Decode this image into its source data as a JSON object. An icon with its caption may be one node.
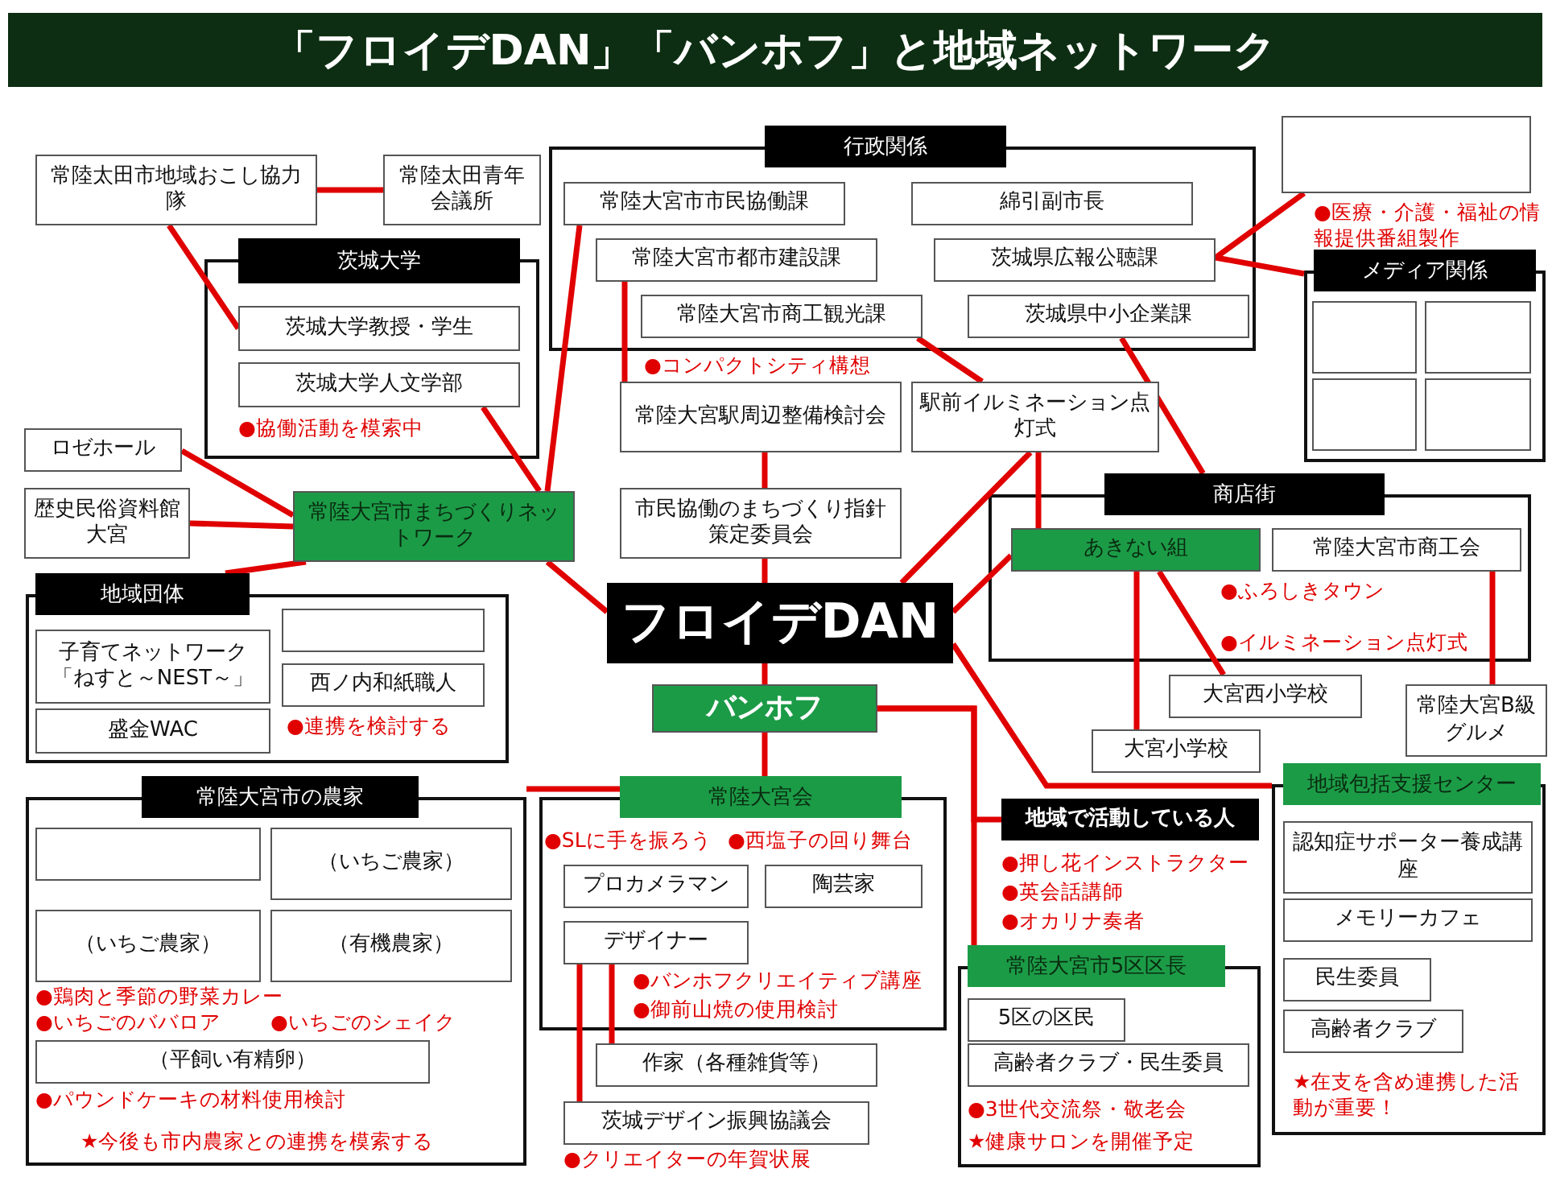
{
  "diagram": {
    "title": "「フロイデDAN」「バンホフ」と地域ネットワーク",
    "nodes": [
      {
        "text": [
          "常陸太田市地域おこし協力隊"
        ]
      },
      {
        "text": [
          "常陸太田青年会議所"
        ]
      },
      {
        "text": [
          "茨城大学"
        ]
      },
      {
        "text": [
          "茨城大学教授・学生"
        ],
        "in": 2
      },
      {
        "text": [
          "茨城大学人文学部"
        ],
        "in": 2
      },
      {
        "text": [
          "行政関係"
        ]
      },
      {
        "text": [
          "常陸大宮市市民協働課"
        ],
        "in": 5
      },
      {
        "text": [
          "綿引副市長"
        ],
        "in": 5
      },
      {
        "text": [
          "常陸大宮市都市建設課"
        ],
        "in": 5
      },
      {
        "text": [
          "茨城県広報公聴課"
        ],
        "in": 5
      },
      {
        "text": [
          "常陸大宮市商工観光課"
        ],
        "in": 5
      },
      {
        "text": [
          "茨城県中小企業課"
        ],
        "in": 5
      },
      {
        "text": [],
        "shape": "box"
      },
      {
        "text": [
          "メディア関係"
        ]
      },
      {
        "text": [],
        "shape": "box",
        "in": 13
      },
      {
        "text": [],
        "shape": "box",
        "in": 13
      },
      {
        "text": [],
        "shape": "box",
        "in": 13
      },
      {
        "text": [],
        "shape": "box",
        "in": 13
      },
      {
        "text": [
          "ロゼホール"
        ]
      },
      {
        "text": [
          "歴史民俗資料館大宮"
        ]
      },
      {
        "text": [
          "常陸大宮市まちづくりネットワーク"
        ]
      },
      {
        "text": [
          "常陸大宮駅周辺整備検討会"
        ]
      },
      {
        "text": [
          "駅前イルミネーション点灯式"
        ]
      },
      {
        "text": [
          "市民協働のまちづくり指針策定委員会"
        ]
      },
      {
        "text": [
          "フロイデDAN"
        ]
      },
      {
        "text": [
          "地域団体"
        ]
      },
      {
        "text": [
          "子育てネットワーク「ねすと～NEST～」"
        ],
        "in": 25
      },
      {
        "text": [],
        "shape": "box",
        "in": 25
      },
      {
        "text": [
          "西ノ内和紙職人"
        ],
        "in": 25
      },
      {
        "text": [
          "盛金WAC"
        ],
        "in": 25
      },
      {
        "text": [
          "商店街"
        ]
      },
      {
        "text": [
          "あきない組"
        ],
        "in": 30
      },
      {
        "text": [
          "常陸大宮市商工会"
        ],
        "in": 30
      },
      {
        "text": [
          "大宮西小学校"
        ]
      },
      {
        "text": [
          "大宮小学校"
        ]
      },
      {
        "text": [
          "常陸大宮B級グルメ"
        ]
      },
      {
        "text": [
          "バンホフ"
        ]
      },
      {
        "text": [
          "常陸大宮市の農家"
        ]
      },
      {
        "text": [],
        "shape": "box",
        "in": 37
      },
      {
        "text": [
          "（いちご農家）"
        ],
        "in": 37
      },
      {
        "text": [
          "（いちご農家）"
        ],
        "in": 37
      },
      {
        "text": [
          "（有機農家）"
        ],
        "in": 37
      },
      {
        "text": [
          "（平飼い有精卵）"
        ],
        "in": 37
      },
      {
        "text": [
          "常陸大宮会"
        ]
      },
      {
        "text": [
          "プロカメラマン"
        ],
        "in": 43
      },
      {
        "text": [
          "陶芸家"
        ],
        "in": 43
      },
      {
        "text": [
          "デザイナー"
        ],
        "in": 43
      },
      {
        "text": [
          "作家（各種雑貨等）"
        ]
      },
      {
        "text": [
          "茨城デザイン振興協議会"
        ]
      },
      {
        "text": [
          "地域で活動している人"
        ]
      },
      {
        "text": [
          "常陸大宮市5区区長"
        ]
      },
      {
        "text": [
          "5区の区民"
        ],
        "in": 50
      },
      {
        "text": [
          "高齢者クラブ・民生委員"
        ],
        "in": 50
      },
      {
        "text": [
          "地域包括支援センター"
        ]
      },
      {
        "text": [
          "認知症サポーター養成講座"
        ],
        "in": 53
      },
      {
        "text": [
          "メモリーカフェ"
        ],
        "in": 53
      },
      {
        "text": [
          "民生委員"
        ],
        "in": 53
      },
      {
        "text": [
          "高齢者クラブ"
        ],
        "in": 53
      }
    ],
    "edges": [
      {
        "from": 0,
        "to": 1,
        "arrow": "none"
      },
      {
        "from": 0,
        "to": 3,
        "arrow": "none"
      },
      {
        "from": 6,
        "to": 20,
        "arrow": "none"
      },
      {
        "from": 4,
        "to": 20,
        "arrow": "none"
      },
      {
        "from": 18,
        "to": 20,
        "arrow": "none"
      },
      {
        "from": 19,
        "to": 20,
        "arrow": "none"
      },
      {
        "from": 25,
        "to": 20,
        "arrow": "none"
      },
      {
        "from": 20,
        "to": 24,
        "arrow": "none"
      },
      {
        "from": 8,
        "to": 21,
        "arrow": "none"
      },
      {
        "from": 10,
        "to": 22,
        "arrow": "none"
      },
      {
        "from": 21,
        "to": 23,
        "arrow": "none"
      },
      {
        "from": 23,
        "to": 24,
        "arrow": "none"
      },
      {
        "from": 24,
        "to": 22,
        "arrow": "none"
      },
      {
        "from": 22,
        "to": 31,
        "arrow": "none"
      },
      {
        "from": 11,
        "to": 30,
        "arrow": "none"
      },
      {
        "from": 9,
        "to": 12,
        "arrow": "none"
      },
      {
        "from": 9,
        "to": 13,
        "arrow": "none"
      },
      {
        "from": 24,
        "to": 31,
        "arrow": "none"
      },
      {
        "from": 31,
        "to": 33,
        "arrow": "none"
      },
      {
        "from": 31,
        "to": 34,
        "arrow": "none"
      },
      {
        "from": 32,
        "to": 35,
        "arrow": "none"
      },
      {
        "from": 24,
        "to": 53,
        "arrow": "none"
      },
      {
        "from": 24,
        "to": 36,
        "arrow": "none"
      },
      {
        "from": 36,
        "to": 43,
        "arrow": "none"
      },
      {
        "from": 43,
        "to": 37,
        "arrow": "none"
      },
      {
        "from": 36,
        "to": 49,
        "arrow": "none"
      },
      {
        "from": 36,
        "to": 50,
        "arrow": "none"
      },
      {
        "from": 46,
        "to": 47,
        "arrow": "none"
      },
      {
        "from": 46,
        "to": 48,
        "arrow": "none"
      }
    ],
    "labels": [
      "●協働活動を模索中",
      "●コンパクトシティ構想",
      "●医療・介護・福祉の情報提供番組製作",
      "●連携を検討する",
      "●ふろしきタウン",
      "●イルミネーション点灯式",
      "●SLに手を振ろう",
      "●西塩子の回り舞台",
      "●バンホフクリエイティブ講座",
      "●御前山焼の使用検討",
      "●押し花インストラクター",
      "●英会話講師",
      "●オカリナ奏者",
      "●鶏肉と季節の野菜カレー",
      "●いちごのババロア",
      "●いちごのシェイク",
      "●パウンドケーキの材料使用検討",
      "★今後も市内農家との連携を模索する",
      "●クリエイターの年賀状展",
      "●3世代交流祭・敬老会",
      "★健康サロンを開催予定",
      "★在支を含め連携した活動が重要！"
    ]
  }
}
